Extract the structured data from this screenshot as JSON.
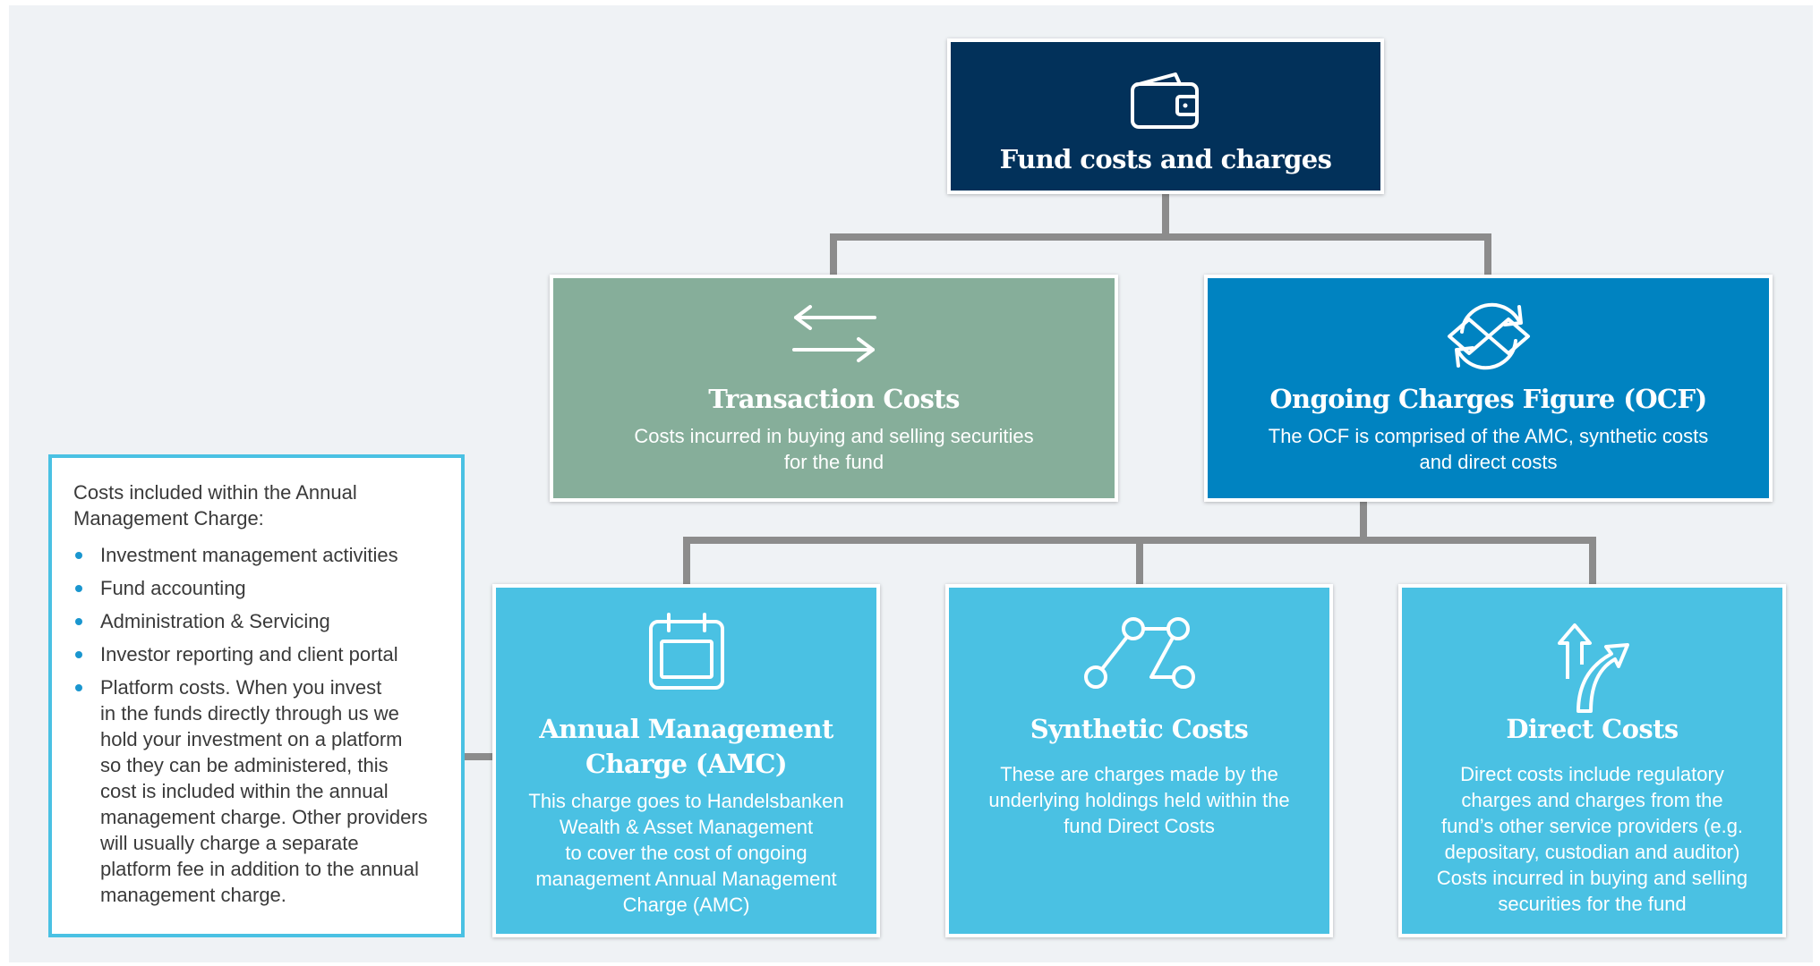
{
  "colors": {
    "background": "#eff2f5",
    "fund_costs_box": "#02315a",
    "transaction_box": "#86ae9a",
    "ocf_box": "#0083c1",
    "component_boxes": "#4ac1e3",
    "connector": "#8c8c8c",
    "note_border": "#4ac1e3",
    "bullet": "#1a96cf"
  },
  "nodes": {
    "fund_costs": {
      "icon": "wallet-icon",
      "title": "Fund costs and charges"
    },
    "transaction_costs": {
      "icon": "exchange-arrows-icon",
      "title": "Transaction Costs",
      "desc_lines": [
        "Costs incurred in buying and selling securities",
        "for the fund"
      ]
    },
    "ocf": {
      "icon": "refresh-cycle-icon",
      "title": "Ongoing Charges Figure (OCF)",
      "desc_lines": [
        "The OCF is comprised of the AMC, synthetic costs",
        "and direct costs"
      ]
    },
    "amc": {
      "icon": "calendar-icon",
      "title_lines": [
        "Annual Management",
        "Charge (AMC)"
      ],
      "desc_lines": [
        "This charge goes to Handelsbanken",
        "Wealth & Asset Management",
        "to cover the cost of ongoing",
        "management Annual Management",
        "Charge (AMC)"
      ]
    },
    "synthetic": {
      "icon": "route-nodes-icon",
      "title": "Synthetic Costs",
      "desc_lines": [
        "These are charges made by the",
        "underlying holdings held within the",
        "fund Direct Costs"
      ]
    },
    "direct": {
      "icon": "split-arrows-icon",
      "title": "Direct Costs",
      "desc_lines": [
        "Direct costs include regulatory",
        "charges and charges from the",
        "fund’s other service providers (e.g.",
        "depositary, custodian and auditor)",
        "Costs incurred in buying and selling",
        "securities for the fund"
      ]
    }
  },
  "amc_note": {
    "intro_lines": [
      "Costs included within the Annual",
      "Management Charge:"
    ],
    "items": [
      {
        "lines": [
          "Investment management activities"
        ]
      },
      {
        "lines": [
          "Fund accounting"
        ]
      },
      {
        "lines": [
          "Administration & Servicing"
        ]
      },
      {
        "lines": [
          "Investor reporting and client portal"
        ]
      },
      {
        "lines": [
          "Platform costs. When you invest",
          "in the funds directly through us we",
          "hold your investment on a platform",
          "so they can be administered, this",
          "cost is included within the annual",
          "management charge. Other providers",
          "will usually charge a separate",
          "platform fee in addition to the annual",
          "management charge."
        ]
      }
    ]
  }
}
